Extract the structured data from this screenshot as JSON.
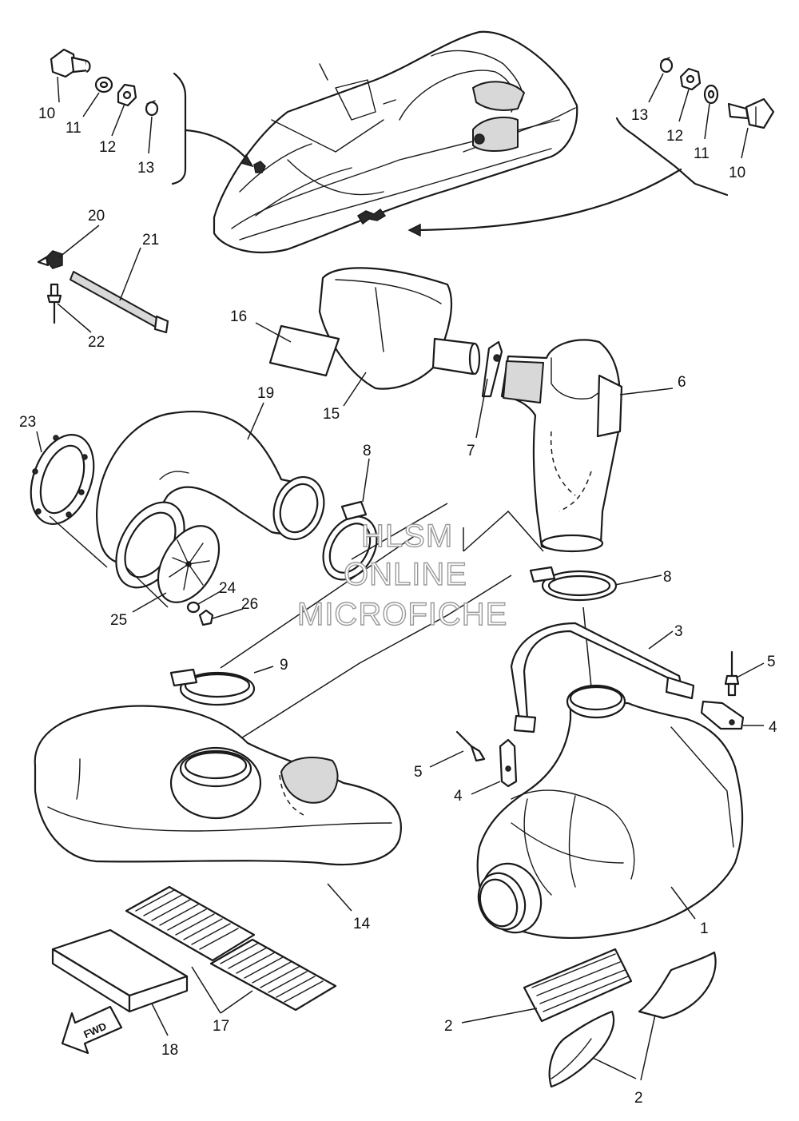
{
  "callouts": {
    "c1": "1",
    "c2a": "2",
    "c2b": "2",
    "c3": "3",
    "c4a": "4",
    "c4b": "4",
    "c5a": "5",
    "c5b": "5",
    "c6": "6",
    "c7": "7",
    "c8a": "8",
    "c8b": "8",
    "c9": "9",
    "c10a": "10",
    "c10b": "10",
    "c11a": "11",
    "c11b": "11",
    "c12a": "12",
    "c12b": "12",
    "c13a": "13",
    "c13b": "13",
    "c14": "14",
    "c15": "15",
    "c16": "16",
    "c17": "17",
    "c18": "18",
    "c19": "19",
    "c20": "20",
    "c21": "21",
    "c22": "22",
    "c23": "23",
    "c24": "24",
    "c25": "25",
    "c26": "26"
  },
  "watermark": {
    "line1": "HLSM",
    "line2": "ONLINE",
    "line3": "MICROFICHE"
  },
  "direction_arrow": {
    "label": "FWD"
  }
}
